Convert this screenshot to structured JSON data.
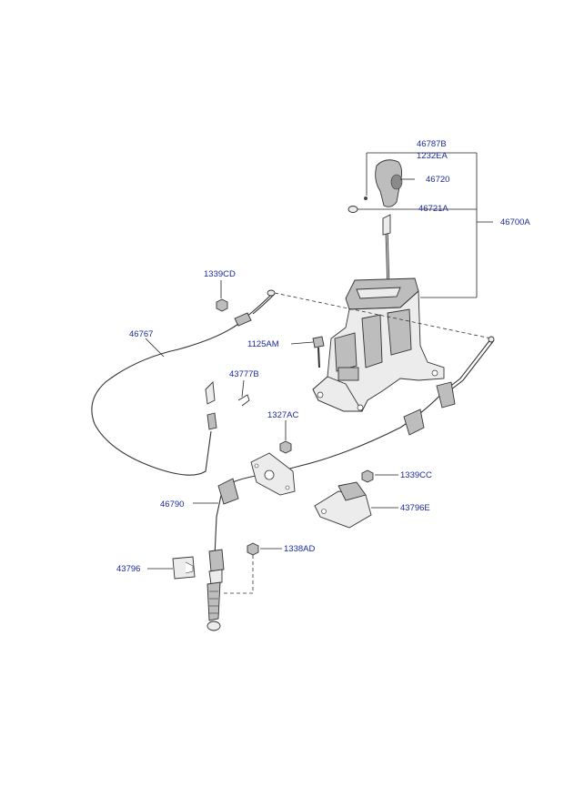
{
  "labels": {
    "p46787B": "46787B",
    "p1232EA": "1232EA",
    "p46720": "46720",
    "p46721A": "46721A",
    "p46700A": "46700A",
    "p1339CD": "1339CD",
    "p46767": "46767",
    "p1125AM": "1125AM",
    "p43777B": "43777B",
    "p1327AC": "1327AC",
    "p1339CC": "1339CC",
    "p46790": "46790",
    "p43796E": "43796E",
    "p1338AD": "1338AD",
    "p43796": "43796"
  },
  "colors": {
    "label": "#1a2a9a",
    "line": "#222222"
  }
}
